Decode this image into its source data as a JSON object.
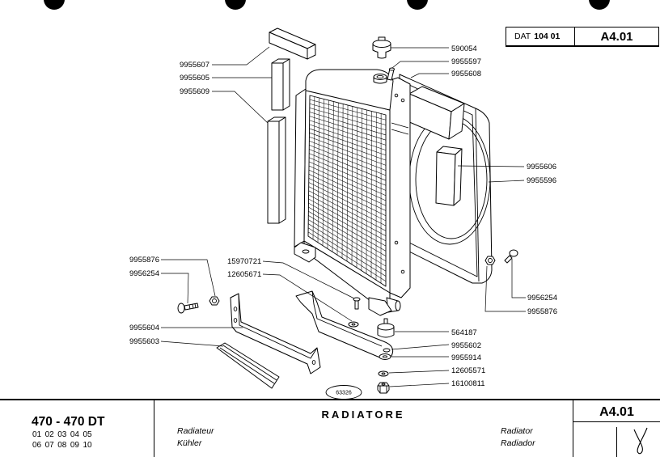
{
  "header": {
    "dat_label": "DAT",
    "dat_code": "104 01",
    "sheet_code": "A4.01"
  },
  "diagram": {
    "figure_number": "63326",
    "part_numbers": [
      "9955607",
      "9955605",
      "9955609",
      "590054",
      "9955597",
      "9955608",
      "9955606",
      "9955596",
      "9955876",
      "9956254",
      "15970721",
      "12605671",
      "9955604",
      "9955603",
      "9956254",
      "9955876",
      "564187",
      "9955602",
      "9955914",
      "12605571",
      "16100811"
    ]
  },
  "footer": {
    "model": "470 - 470 DT",
    "versions": [
      [
        "01",
        "02",
        "03",
        "04",
        "05"
      ],
      [
        "06",
        "07",
        "08",
        "09",
        "10"
      ]
    ],
    "title": "RADIATORE",
    "title_fr": "Radiateur",
    "title_de": "Kühler",
    "title_en": "Radiator",
    "title_es": "Radiador",
    "sheet_code": "A4.01"
  }
}
